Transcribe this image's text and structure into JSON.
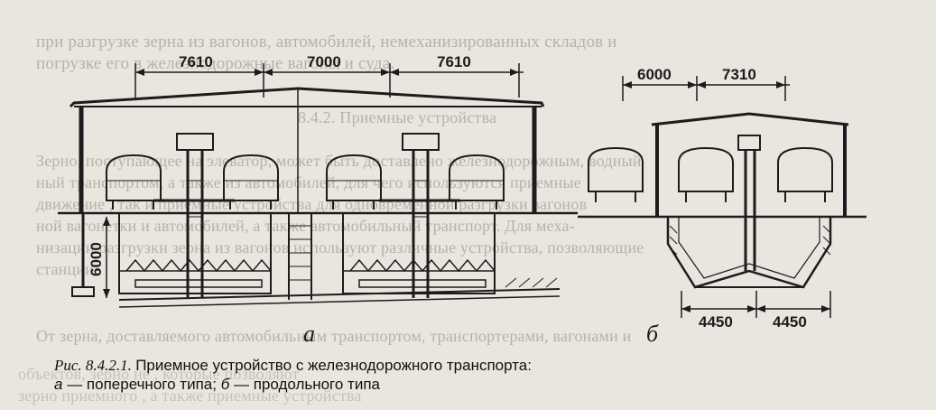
{
  "bleed_text": [
    "при разгрузке зерна из вагонов, автомобилей, немеханизированных складов и",
    "погрузке его в железнодорожные вагоны и суда.",
    "8.4.2. Приемные устройства",
    "Зерно, поступающее на элеватор, может быть доставлено железнодорожным, водный",
    "ный транспортом, а также из автомобилей, для чего используются приемные",
    "движение                  , так и приемные устройства для одновременной разгрузки вагонов",
    "ной вагонетки и автомобилей, а также автомобильный транспорт. Для меха-",
    "низации разгрузки зерна из вагонов используют различные устройства, позволяющие",
    "станции",
    "От зерна, доставляемого автомобильным транспортом, транспортерами, вагонами и",
    "объектов, зерно не                          , которые позволяют",
    "зерно               приемного             , а также приемные устройства"
  ],
  "drawing_a": {
    "letter": "а",
    "dims_top": [
      "7610",
      "7000",
      "7610"
    ],
    "dim_height": "6000"
  },
  "drawing_b": {
    "letter": "б",
    "dims_top": [
      "6000",
      "7310"
    ],
    "dims_bottom": [
      "4450",
      "4450"
    ]
  },
  "caption": {
    "ref": "Рис. 8.4.2.1.",
    "title": "Приемное устройство с железнодорожного транспорта:",
    "line2_a": "а",
    "line2_text": " — поперечного типа; ",
    "line2_b": "б",
    "line2_text2": " — продольного типа"
  }
}
